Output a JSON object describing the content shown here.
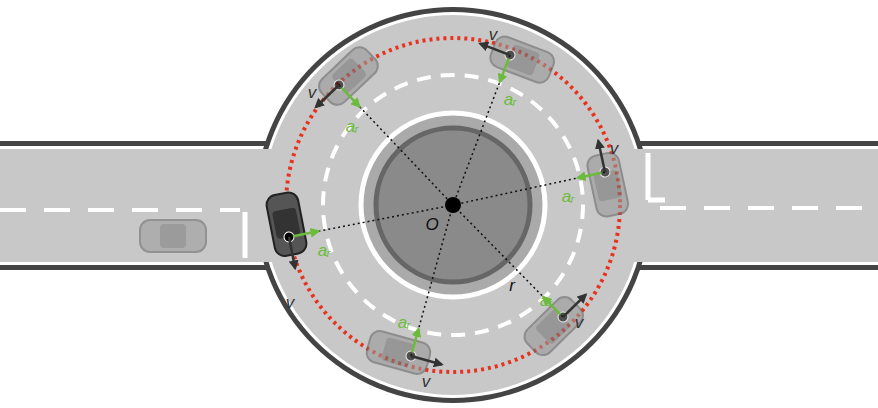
{
  "diagram": {
    "labels": [
      "v",
      "aᵣ",
      "v",
      "aᵣ",
      "v",
      "aᵣ",
      "v",
      "aᵣ",
      "v",
      "aᵣ",
      "v",
      "aᵣ",
      "O",
      "r"
    ]
  }
}
